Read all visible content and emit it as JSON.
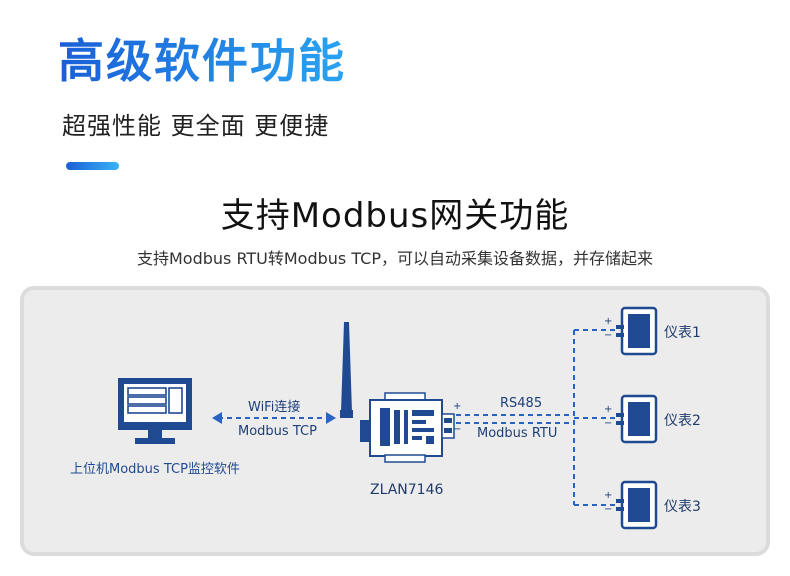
{
  "header": {
    "title": "高级软件功能",
    "subtitle": "超强性能 更全面 更便捷"
  },
  "section": {
    "title": "支持Modbus网关功能",
    "description": "支持Modbus RTU转Modbus TCP，可以自动采集设备数据，并存储起来"
  },
  "diagram": {
    "pc_label": "上位机Modbus TCP监控软件",
    "wifi_link": {
      "line1": "WiFi连接",
      "line2": "Modbus TCP"
    },
    "device_label": "ZLAN7146",
    "rs485_link": {
      "line1": "RS485",
      "line2": "Modbus RTU"
    },
    "meters": [
      "仪表1",
      "仪表2",
      "仪表3"
    ],
    "plus_sign": "+",
    "minus_sign": "−"
  },
  "colors": {
    "accent": "#1e6fd9",
    "device_blue": "#1f4a92",
    "link_blue": "#2a63c4",
    "panel_bg": "#ececec"
  }
}
